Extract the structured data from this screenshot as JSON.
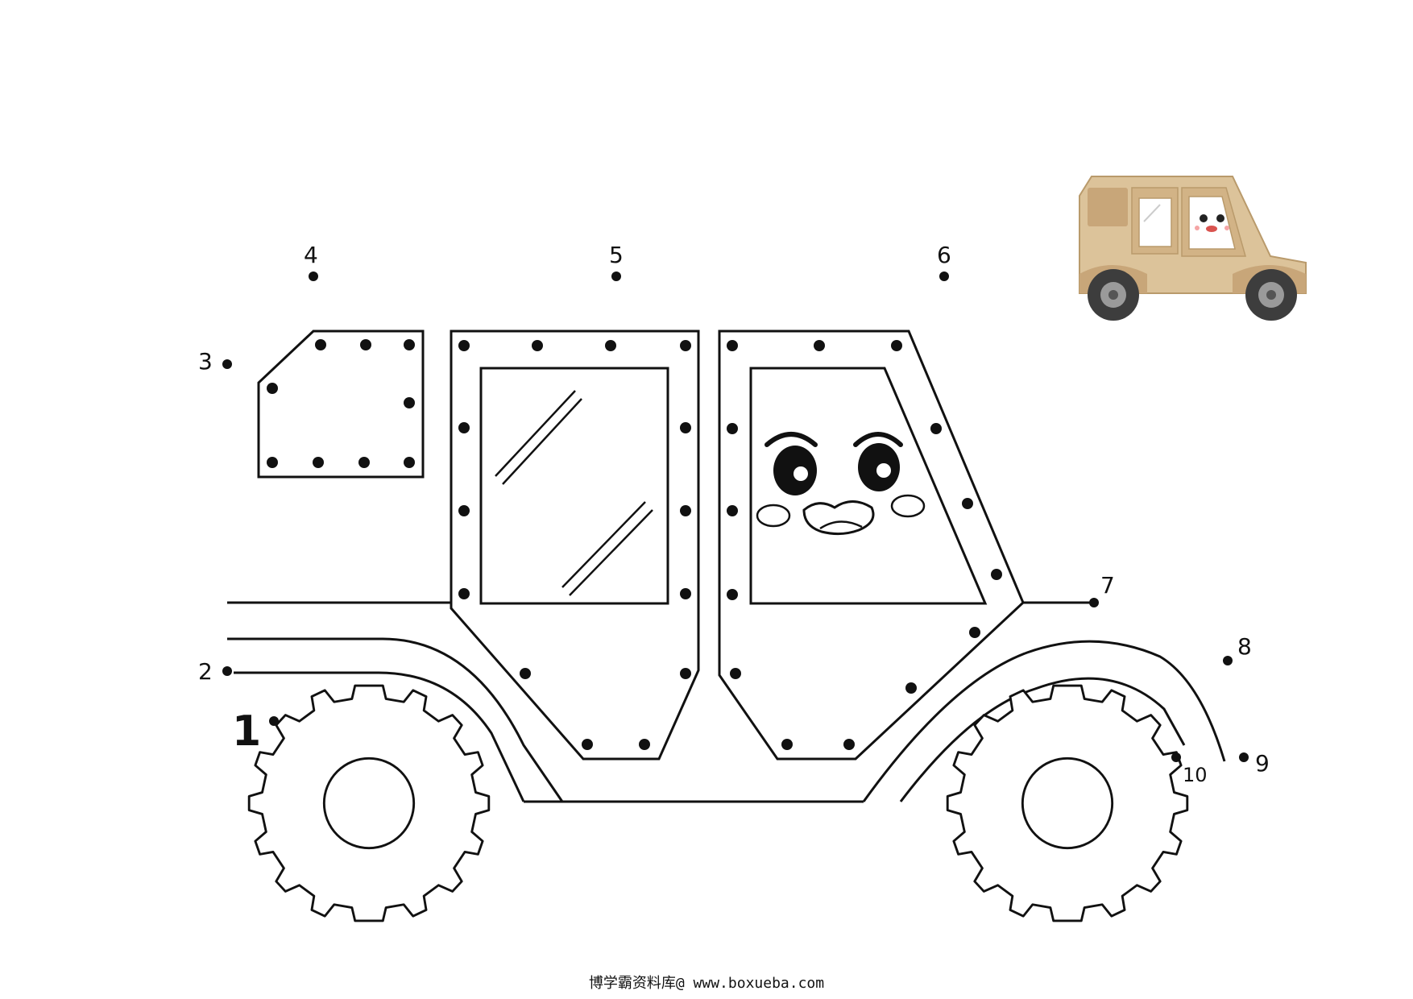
{
  "puzzle": {
    "dots": [
      {
        "label": "1"
      },
      {
        "label": "2"
      },
      {
        "label": "3"
      },
      {
        "label": "4"
      },
      {
        "label": "5"
      },
      {
        "label": "6"
      },
      {
        "label": "7"
      },
      {
        "label": "8"
      },
      {
        "label": "9"
      },
      {
        "label": "10"
      }
    ]
  },
  "reference_image": {
    "icon": "jeep-color-icon",
    "colors": {
      "body": "#dcc39a",
      "trim": "#b99a6b",
      "tire": "#3d3d3d"
    }
  },
  "footer": {
    "text": "博学霸资料库@ www.boxueba.com"
  }
}
